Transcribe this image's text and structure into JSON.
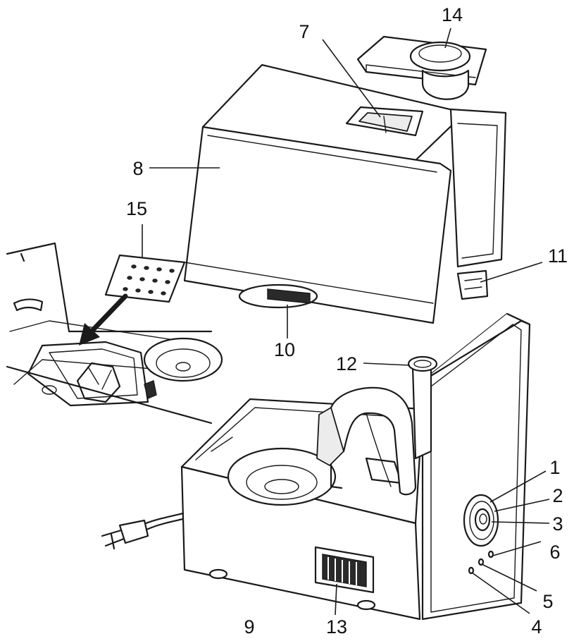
{
  "diagram": {
    "callouts": [
      {
        "id": "c1",
        "label": "1"
      },
      {
        "id": "c2",
        "label": "2"
      },
      {
        "id": "c3",
        "label": "3"
      },
      {
        "id": "c4",
        "label": "4"
      },
      {
        "id": "c5",
        "label": "5"
      },
      {
        "id": "c6",
        "label": "6"
      },
      {
        "id": "c7",
        "label": "7"
      },
      {
        "id": "c8",
        "label": "8"
      },
      {
        "id": "c9",
        "label": "9"
      },
      {
        "id": "c10",
        "label": "10"
      },
      {
        "id": "c11",
        "label": "11"
      },
      {
        "id": "c12",
        "label": "12"
      },
      {
        "id": "c13",
        "label": "13"
      },
      {
        "id": "c14",
        "label": "14"
      },
      {
        "id": "c15",
        "label": "15"
      }
    ],
    "colors": {
      "line": "#1a1a1a",
      "background": "#ffffff",
      "shade": "#ececec"
    }
  }
}
